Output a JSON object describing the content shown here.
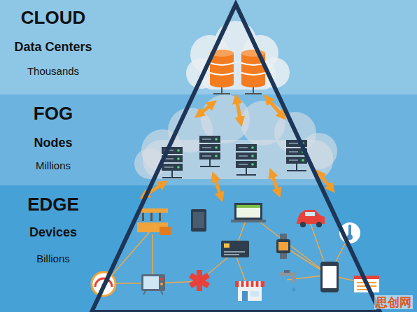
{
  "diagram": {
    "nodes": [
      {
        "text": [
          "CLOUD",
          "Data Centers",
          "Thousands"
        ]
      },
      {
        "text": [
          "FOG",
          "Nodes",
          "Millions"
        ]
      },
      {
        "text": [
          "EDGE",
          "Devices",
          "Billions"
        ]
      }
    ],
    "labels": [
      "思创网"
    ]
  }
}
